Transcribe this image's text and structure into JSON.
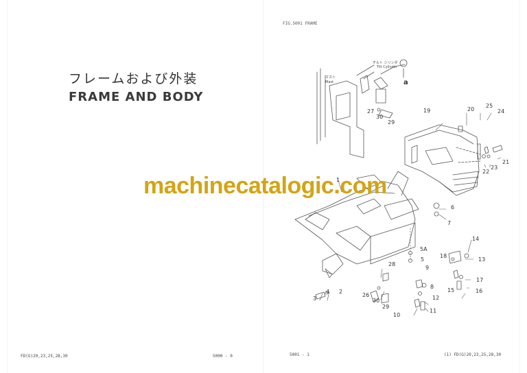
{
  "left_page": {
    "title_jp": "フレームおよび外装",
    "title_en": "FRAME AND BODY",
    "footer_model": "FD(G)20,23,25,28,30",
    "footer_page": "5000 - 0"
  },
  "right_page": {
    "figure_header": "FIG.5001  FRAME",
    "footer_page": "5001 - 1",
    "footer_model": "(1)  FD(G)20,23,25,28,30",
    "labels": {
      "mast_jp": "マスト",
      "mast_en": "Mast",
      "tilt_jp": "チルト シリンダ",
      "tilt_en": "Tilt Cylinder",
      "ref_a": "a"
    },
    "callouts": [
      "1",
      "2",
      "3",
      "4",
      "5",
      "5A",
      "6",
      "7",
      "8",
      "9",
      "10",
      "11",
      "12",
      "13",
      "14",
      "15",
      "16",
      "17",
      "18",
      "19",
      "20",
      "21",
      "22",
      "23",
      "24",
      "25",
      "26",
      "27",
      "28",
      "29",
      "30"
    ]
  },
  "watermark": {
    "text": "machinecatalogic.com",
    "color": "#d4a413"
  }
}
